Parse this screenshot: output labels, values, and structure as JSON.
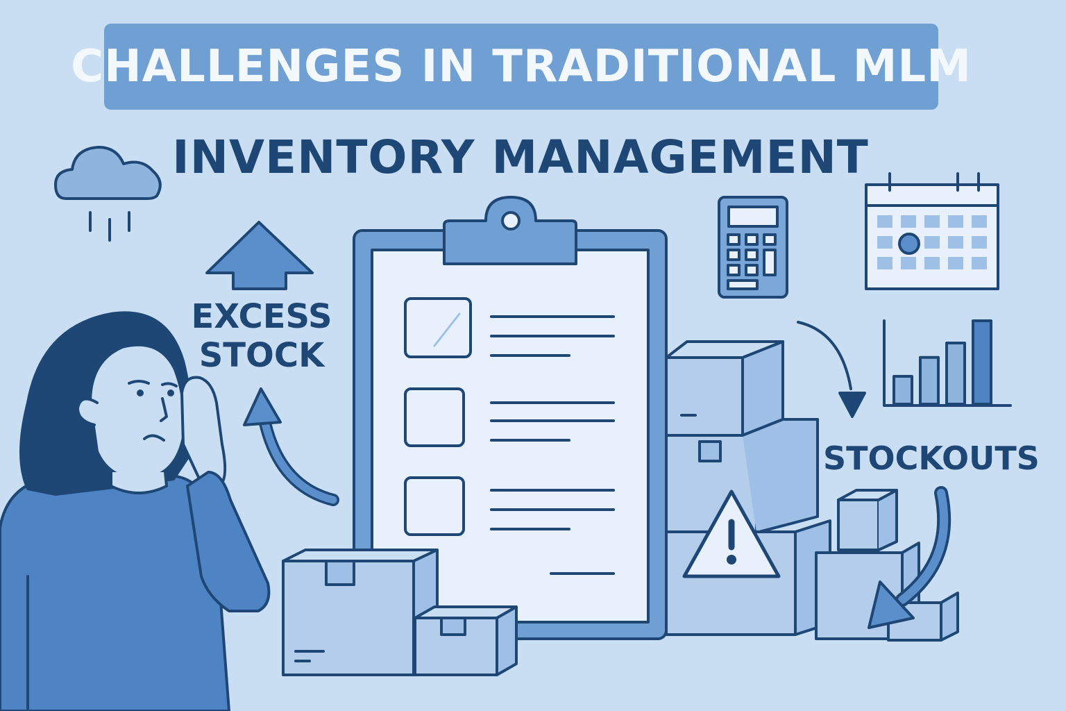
{
  "title": "CHALLENGES IN TRADITIONAL MLM",
  "subtitle": "INVENTORY MANAGEMENT",
  "labels": {
    "excess_line1": "EXCESS",
    "excess_line2": "STOCK",
    "stockouts": "STOCKOUTS"
  },
  "icons": {
    "cloud": "rain-cloud-icon",
    "arrow_up": "arrow-up-icon",
    "calculator": "calculator-icon",
    "calendar": "calendar-icon",
    "bar_chart": "bar-chart-icon",
    "warning": "warning-icon",
    "clipboard": "clipboard-checklist-icon"
  },
  "bar_chart": {
    "values": [
      0.25,
      0.42,
      0.55,
      0.75
    ]
  },
  "colors": {
    "background": "#c9def3",
    "banner": "#6f9fd3",
    "dark": "#1e4775",
    "accent": "#4f84c4",
    "light": "#e8f1fb"
  }
}
